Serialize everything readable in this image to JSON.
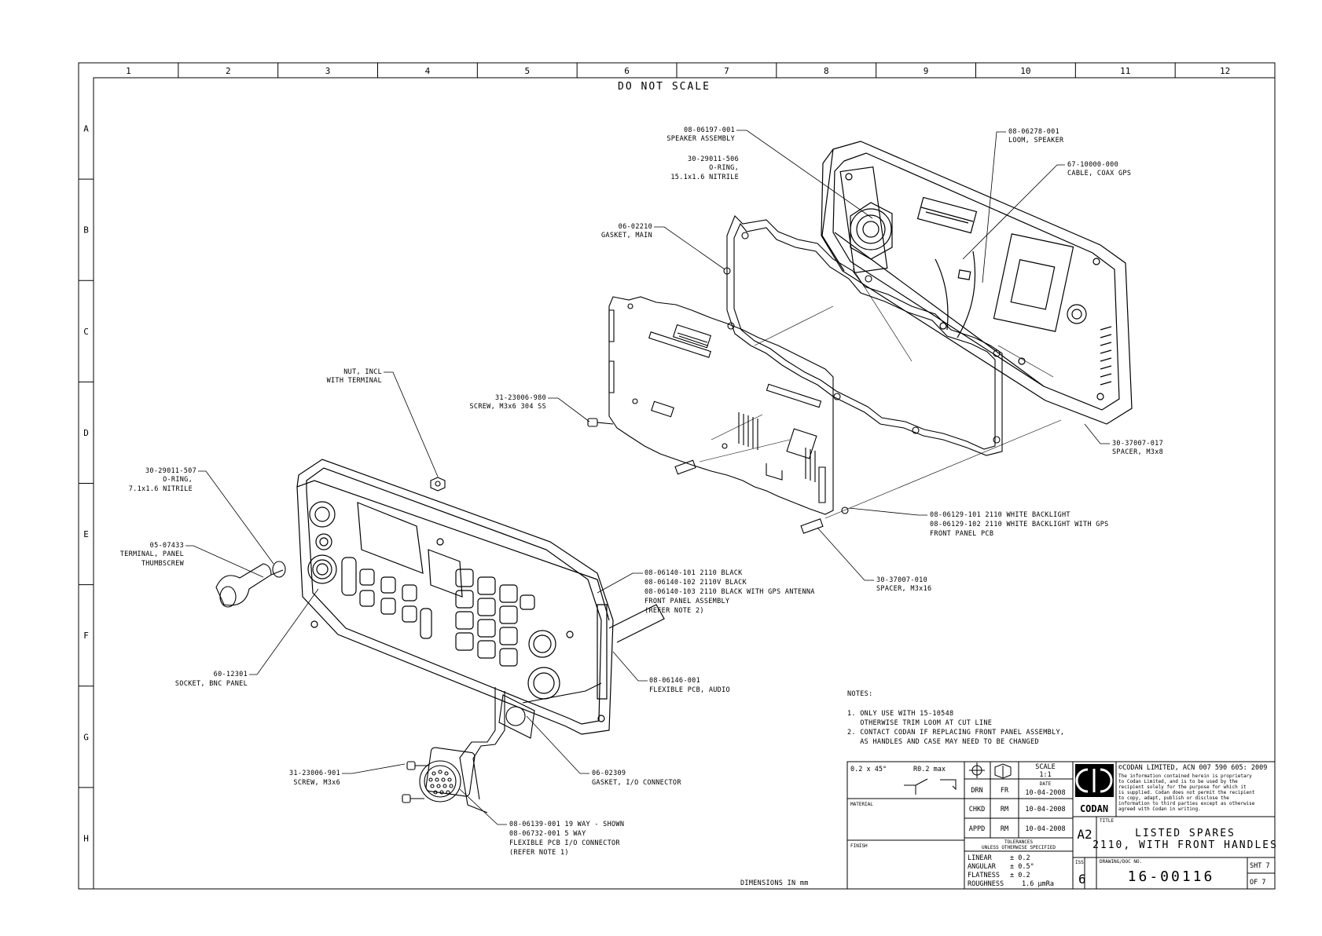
{
  "sheet": {
    "do_not_scale": "DO NOT SCALE",
    "dimensions_note": "DIMENSIONS IN mm",
    "zone_columns": [
      "1",
      "2",
      "3",
      "4",
      "5",
      "6",
      "7",
      "8",
      "9",
      "10",
      "11",
      "12"
    ],
    "zone_rows": [
      "A",
      "B",
      "C",
      "D",
      "E",
      "F",
      "G",
      "H"
    ]
  },
  "callouts": {
    "speaker_assembly": [
      "08-06197-001",
      "SPEAKER ASSEMBLY"
    ],
    "o_ring_15": [
      "30-29011-506",
      "O-RING,",
      "15.1x1.6 NITRILE"
    ],
    "loom_speaker": [
      "08-06278-001",
      "LOOM, SPEAKER"
    ],
    "cable_coax": [
      "67-10000-000",
      "CABLE, COAX GPS"
    ],
    "gasket_main": [
      "06-02210",
      "GASKET, MAIN"
    ],
    "nut": [
      "NUT, INCL",
      "WITH TERMINAL"
    ],
    "screw_m3x6_304": [
      "31-23006-980",
      "SCREW, M3x6 304 SS"
    ],
    "spacer_m3x8": [
      "30-37007-017",
      "SPACER, M3x8"
    ],
    "o_ring_7": [
      "30-29011-507",
      "O-RING,",
      "7.1x1.6 NITRILE"
    ],
    "terminal": [
      "05-07433",
      "TERMINAL, PANEL",
      "THUMBSCREW"
    ],
    "front_panel_pcb": [
      "08-06129-101 2110 WHITE BACKLIGHT",
      "08-06129-102 2110 WHITE BACKLIGHT WITH GPS",
      "FRONT PANEL PCB"
    ],
    "spacer_m3x16": [
      "30-37007-010",
      "SPACER, M3x16"
    ],
    "front_panel_assy": [
      "08-06140-101 2110 BLACK",
      "08-06140-102 2110V BLACK",
      "08-06140-103 2110 BLACK WITH GPS ANTENNA",
      "FRONT PANEL ASSEMBLY",
      "(REFER NOTE 2)"
    ],
    "socket_bnc": [
      "60-12301",
      "SOCKET, BNC PANEL"
    ],
    "flex_audio": [
      "08-06146-001",
      "FLEXIBLE PCB, AUDIO"
    ],
    "screw_m3x6": [
      "31-23006-901",
      "SCREW, M3x6"
    ],
    "gasket_io": [
      "06-02309",
      "GASKET, I/O CONNECTOR"
    ],
    "flex_io": [
      "08-06139-001 19 WAY - SHOWN",
      "08-06732-001 5 WAY",
      "FLEXIBLE PCB I/O CONNECTOR",
      "(REFER NOTE 1)"
    ]
  },
  "notes": {
    "heading": "NOTES:",
    "lines": [
      "1. ONLY USE WITH 15-10548",
      "   OTHERWISE TRIM LOOM AT CUT LINE",
      "2. CONTACT CODAN IF REPLACING FRONT PANEL ASSEMBLY,",
      "   AS HANDLES AND CASE MAY NEED TO BE CHANGED"
    ]
  },
  "title_block": {
    "edge_break": "0.2 x 45°",
    "radius": "R0.2 max",
    "material_label": "MATERIAL",
    "finish_label": "FINISH",
    "scale_label": "SCALE",
    "scale_value": "1:1",
    "date_label": "DATE",
    "sign_rows": [
      {
        "role": "DRN",
        "initials": "FR",
        "date": "10-04-2008"
      },
      {
        "role": "CHKD",
        "initials": "RM",
        "date": "10-04-2008"
      },
      {
        "role": "APPD",
        "initials": "RM",
        "date": "10-04-2008"
      }
    ],
    "tolerances_title": "TOLERANCES",
    "tolerances_sub": "UNLESS OTHERWISE SPECIFIED",
    "tolerances": [
      {
        "label": "LINEAR",
        "value": "± 0.2"
      },
      {
        "label": "ANGULAR",
        "value": "± 0.5°"
      },
      {
        "label": "FLATNESS",
        "value": "± 0.2"
      },
      {
        "label": "ROUGHNESS",
        "value": "1.6 μmRa"
      }
    ],
    "copyright": "©CODAN LIMITED, ACN 007 590 605:  2009",
    "proprietary": [
      "The information contained herein is proprietary",
      "to Codan Limited, and is to be used by the",
      "recipient solely for the purpose for which it",
      "is supplied. Codan does not permit the recipient",
      "to copy, adapt, publish or disclose the",
      "information to third parties except as otherwise",
      "agreed with Codan in writing."
    ],
    "brand": "CODAN",
    "size": "A2",
    "title_label": "TITLE",
    "title_lines": [
      "LISTED SPARES",
      "2110, WITH FRONT HANDLES"
    ],
    "iss_label": "ISS",
    "iss": "6",
    "doc_label": "DRAWING/DOC NO.",
    "doc_no": "16-00116",
    "sheet_label": "SHT 7",
    "of_label": "OF 7"
  }
}
